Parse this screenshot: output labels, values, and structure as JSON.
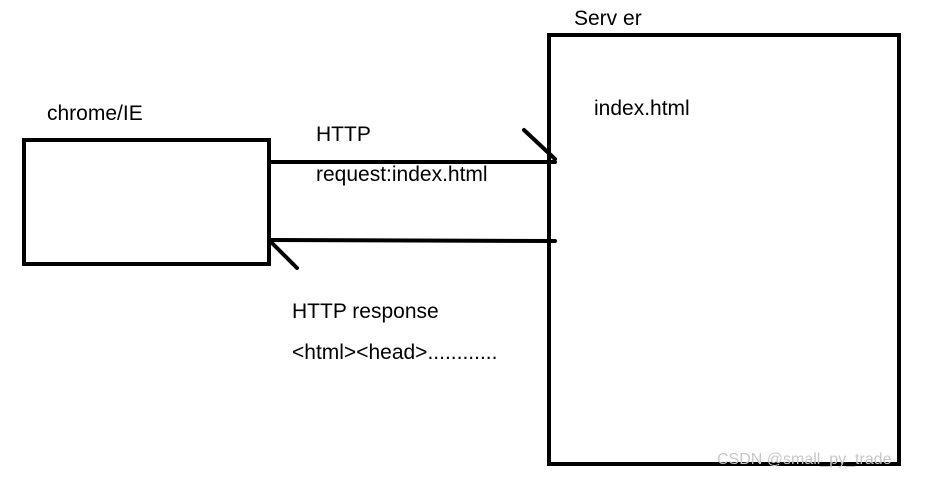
{
  "browser": {
    "label": "chrome/IE"
  },
  "server": {
    "label": "Serv er",
    "file_label": "index.html"
  },
  "request": {
    "line1": "HTTP",
    "line2": "request:index.html"
  },
  "response": {
    "line1": "HTTP response",
    "line2": "<html><head>............"
  },
  "watermark": {
    "text": "CSDN @small_py_trade",
    "color": "#c8c8c8"
  },
  "colors": {
    "stroke": "#000000",
    "background": "#ffffff"
  }
}
